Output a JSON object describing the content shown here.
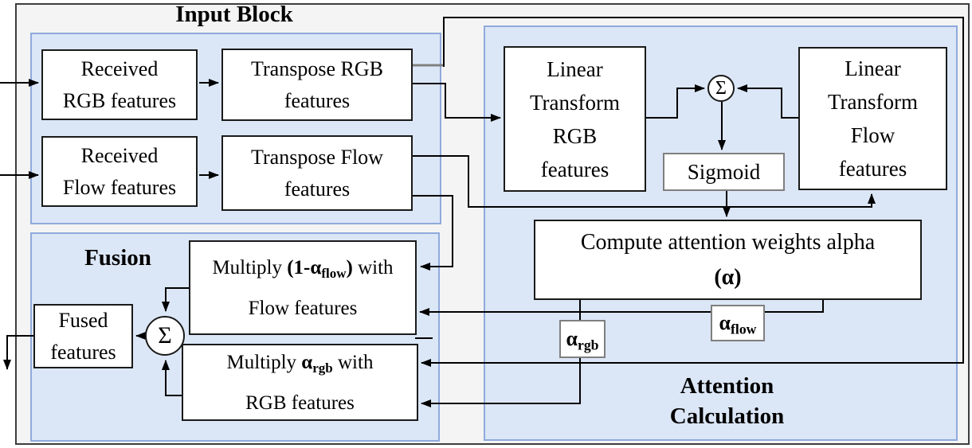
{
  "colors": {
    "frame-border": "#3d3d3d",
    "canvas-bg": "#f4f4f4",
    "container-fill": "#dbe6f6",
    "container-border": "#8faadc",
    "node-border": "#1a1a1a",
    "node-fill": "#ffffff",
    "gray-border": "#7f7f7f",
    "line-color": "#000000",
    "gray-line": "#808080"
  },
  "containers": {
    "input_block": {
      "title": "Input Block"
    },
    "fusion": {
      "title": "Fusion"
    },
    "attention": {
      "title_line1": "Attention",
      "title_line2": "Calculation"
    }
  },
  "nodes": {
    "received_rgb": {
      "line1": "Received",
      "line2": "RGB features"
    },
    "transpose_rgb": {
      "line1": "Transpose RGB",
      "line2": "features"
    },
    "received_flow": {
      "line1": "Received",
      "line2": "Flow features"
    },
    "transpose_flow": {
      "line1": "Transpose Flow",
      "line2": "features"
    },
    "linear_transform_rgb": {
      "line1": "Linear",
      "line2": "Transform",
      "line3": "RGB",
      "line4": "features"
    },
    "linear_transform_flow": {
      "line1": "Linear",
      "line2": "Transform",
      "line3": "Flow",
      "line4": "features"
    },
    "sum_attention": {
      "symbol": "Σ"
    },
    "sum_fusion": {
      "symbol": "Σ"
    },
    "sigmoid": {
      "label": "Sigmoid"
    },
    "compute_alpha": {
      "line1": "Compute attention weights alpha",
      "line2": "(α)"
    },
    "alpha_rgb": {
      "base": "α",
      "sub": "rgb"
    },
    "alpha_flow": {
      "base": "α",
      "sub": "flow"
    },
    "multiply_flow": {
      "seg1": "Multiply ",
      "seg2": "(1-α",
      "seg2_sub": "flow",
      "seg3": ")",
      "seg4": " with",
      "line2": "Flow features"
    },
    "multiply_rgb": {
      "seg1": "Multiply ",
      "seg2": "α",
      "seg2_sub": "rgb",
      "seg3": " with",
      "line2": "RGB features"
    },
    "fused": {
      "line1": "Fused",
      "line2": "features"
    }
  }
}
